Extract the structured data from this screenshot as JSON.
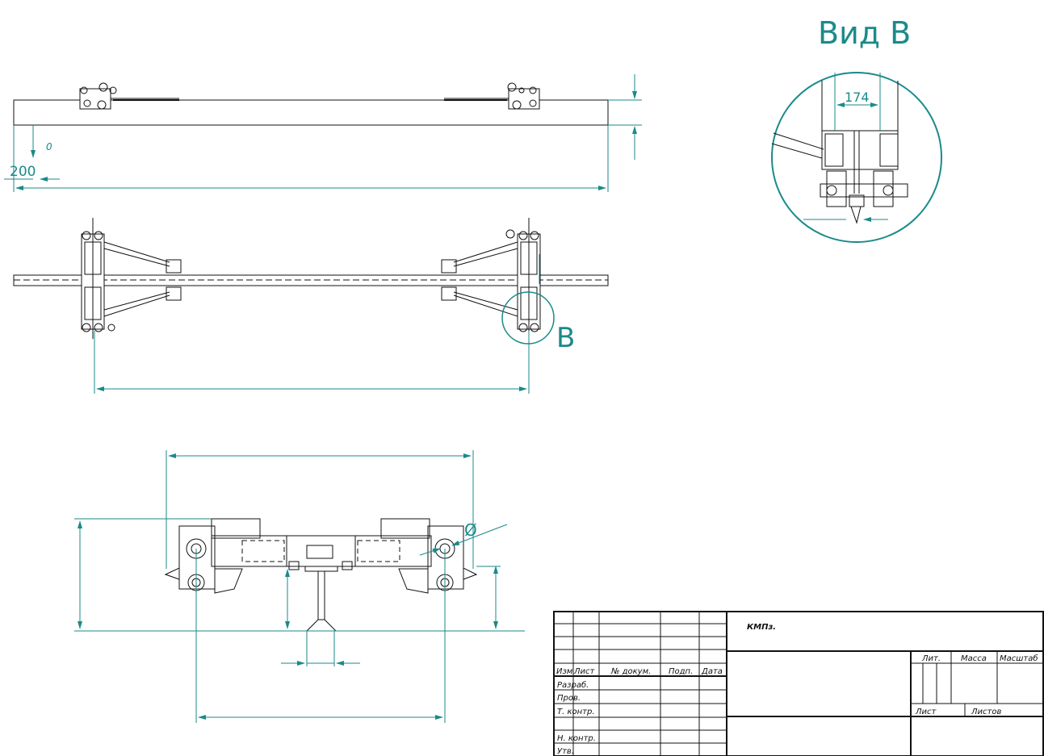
{
  "view_label": "Вид В",
  "callout_letter": "В",
  "dims": {
    "d200": "200",
    "d174": "174",
    "dim_zero": "0",
    "dia_symbol": "Ø"
  },
  "title_block": {
    "designation": "КМПз.",
    "col_izm": "Изм",
    "col_list": "Лист",
    "col_doc": "№ докум.",
    "col_podp": "Подп.",
    "col_data": "Дата",
    "row_razrab": "Разраб.",
    "row_prov": "Пров.",
    "row_tkontr": "Т. контр.",
    "row_nkontr": "Н. контр.",
    "row_utv": "Утв.",
    "lit": "Лит.",
    "massa": "Масса",
    "masshtab": "Масштаб",
    "list": "Лист",
    "listov": "Листов"
  },
  "colors": {
    "line": "#111111",
    "dim": "#1b8a8a"
  }
}
